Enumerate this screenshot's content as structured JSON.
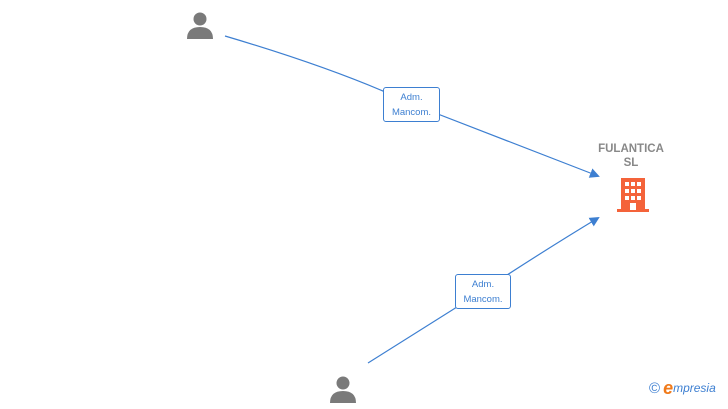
{
  "company": {
    "name_line1": "FULANTICA",
    "name_line2": "SL",
    "icon": "building-icon",
    "color": "#f4633a"
  },
  "persons": [
    {
      "icon": "person-icon",
      "color": "#7a7a7a"
    },
    {
      "icon": "person-icon",
      "color": "#7a7a7a"
    }
  ],
  "edges": [
    {
      "label_line1": "Adm.",
      "label_line2": "Mancom.",
      "color": "#3d7fd1"
    },
    {
      "label_line1": "Adm.",
      "label_line2": "Mancom.",
      "color": "#3d7fd1"
    }
  ],
  "footer": {
    "copyright_symbol": "©",
    "brand_first_letter": "e",
    "brand_rest": "mpresia",
    "brand_color": "#3d7fd1",
    "brand_accent": "#f07a1a"
  }
}
